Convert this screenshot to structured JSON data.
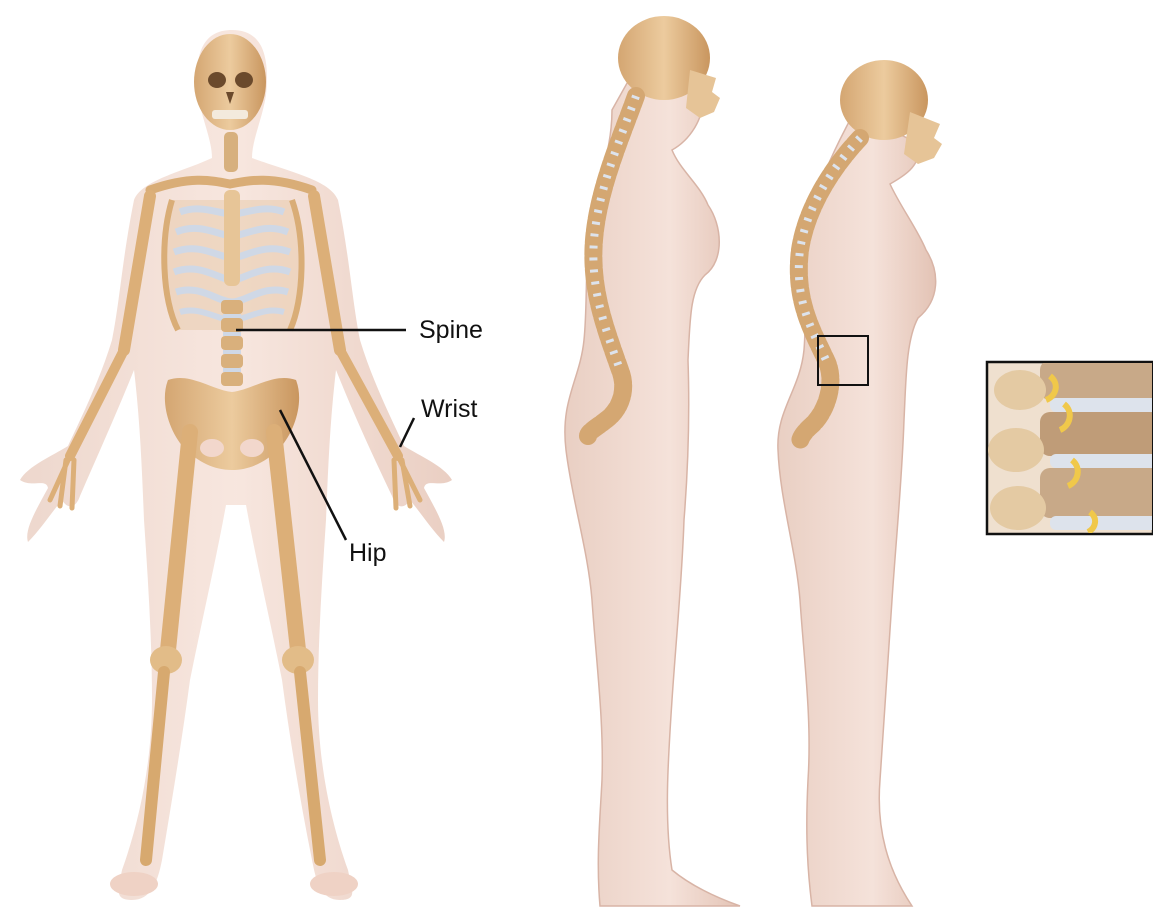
{
  "labels": {
    "spine": "Spine",
    "wrist": "Wrist",
    "hip": "Hip"
  },
  "colors": {
    "skin": "#f2d7cc",
    "skin_shadow": "#e2b9aa",
    "bone": "#e3bd8c",
    "bone_dark": "#c99a64",
    "cartilage": "#cfd8e6",
    "disc": "#dde3ec",
    "leader_line": "#111111",
    "inset_border": "#111111"
  }
}
